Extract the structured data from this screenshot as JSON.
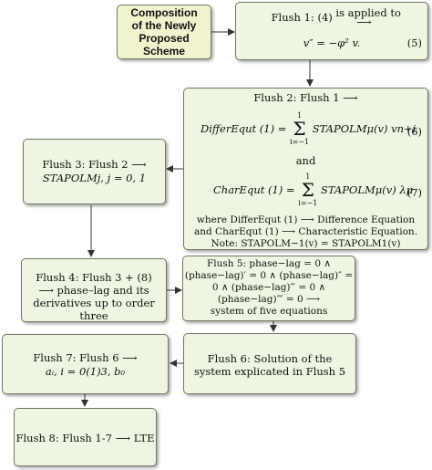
{
  "header": {
    "lines": [
      "Composition",
      "of the Newly",
      "Proposed",
      "Scheme"
    ]
  },
  "flush1": {
    "line1a": "Flush 1: (4)",
    "line1b": "is applied to",
    "arrow": "⟶",
    "eq": "v″ = −φ² v.",
    "eqnum": "(5)"
  },
  "flush2": {
    "title": "Flush 2: Flush 1 ⟶",
    "eq6_lhs": "DifferEqut (1) =",
    "eq6_rhs": "STAPOLMμ(v) vn+i",
    "eqnum6": "(6)",
    "and": "and",
    "eq7_lhs": "CharEqut (1) =",
    "eq7_rhs": "STAPOLMμ(v) λμ",
    "eqnum7": "(7)",
    "sum_top": "1",
    "sum_bottom": "i=−1",
    "note1": "where DifferEqut (1) ⟶ Difference Equation",
    "note2": "and CharEqut (1) ⟶ Characteristic Equation.",
    "note3": "Note: STAPOLM−1(v) = STAPOLM1(v)"
  },
  "flush3": {
    "line1": "Flush 3: Flush 2 ⟶",
    "line2": "STAPOLMj, j = 0, 1"
  },
  "flush4": {
    "line1": "Flush 4: Flush 3 + (8)",
    "line2": "⟶ phase–lag and its",
    "line3": "derivatives up to order three"
  },
  "flush5": {
    "line1": "Flush 5: phase−lag = 0 ∧",
    "line2": "(phase−lag)′ = 0 ∧ (phase−lag)″ =",
    "line3": "0 ∧ (phase−lag)‴ = 0 ∧",
    "line4": "(phase−lag)⁗ = 0 ⟶",
    "line5": "system of five equations"
  },
  "flush6": {
    "line1": "Flush 6: Solution of the",
    "line2": "system explicated in Flush 5"
  },
  "flush7": {
    "line1": "Flush 7: Flush 6 ⟶",
    "line2": "aᵢ, i = 0(1)3, b₀"
  },
  "flush8": {
    "line1": "Flush 8: Flush 1-7 ⟶ LTE"
  }
}
